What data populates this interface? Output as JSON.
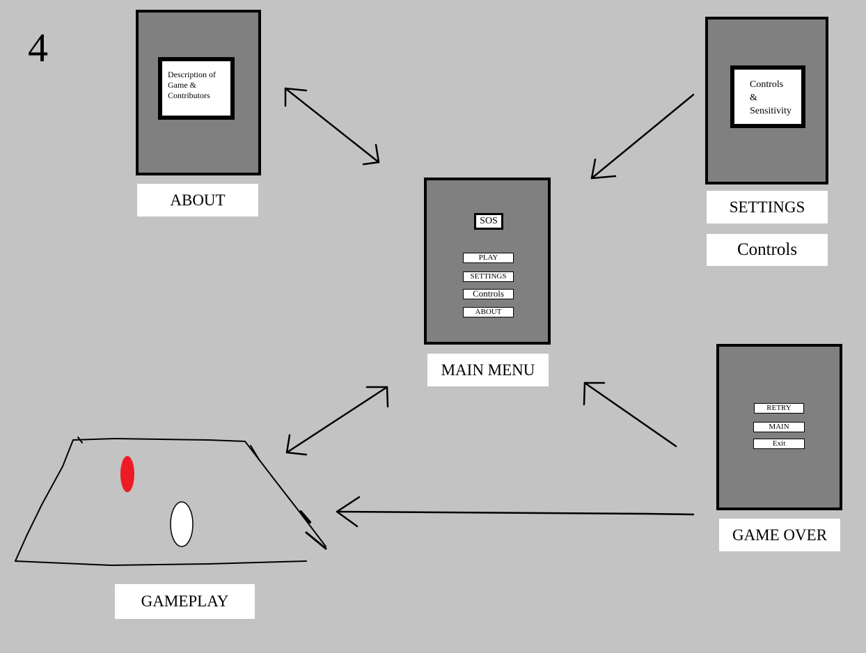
{
  "page_number": "4",
  "about": {
    "panel_text_lines": [
      "Description of",
      "Game &",
      "Contributors"
    ],
    "label": "ABOUT"
  },
  "settings": {
    "panel_text_lines": [
      "Controls",
      "&",
      "Sensitivity"
    ],
    "label": "SETTINGS",
    "sub_label": "Controls"
  },
  "main_menu": {
    "title": "SOS",
    "buttons": [
      "PLAY",
      "SETTINGS",
      "Controls",
      "ABOUT"
    ],
    "label": "MAIN MENU"
  },
  "game_over": {
    "buttons": [
      "RETRY",
      "MAIN",
      "Exit"
    ],
    "label": "GAME OVER"
  },
  "gameplay": {
    "label": "GAMEPLAY"
  },
  "colors": {
    "background": "#c3c3c3",
    "panel": "#808080",
    "player_marker": "#ed1c24"
  }
}
